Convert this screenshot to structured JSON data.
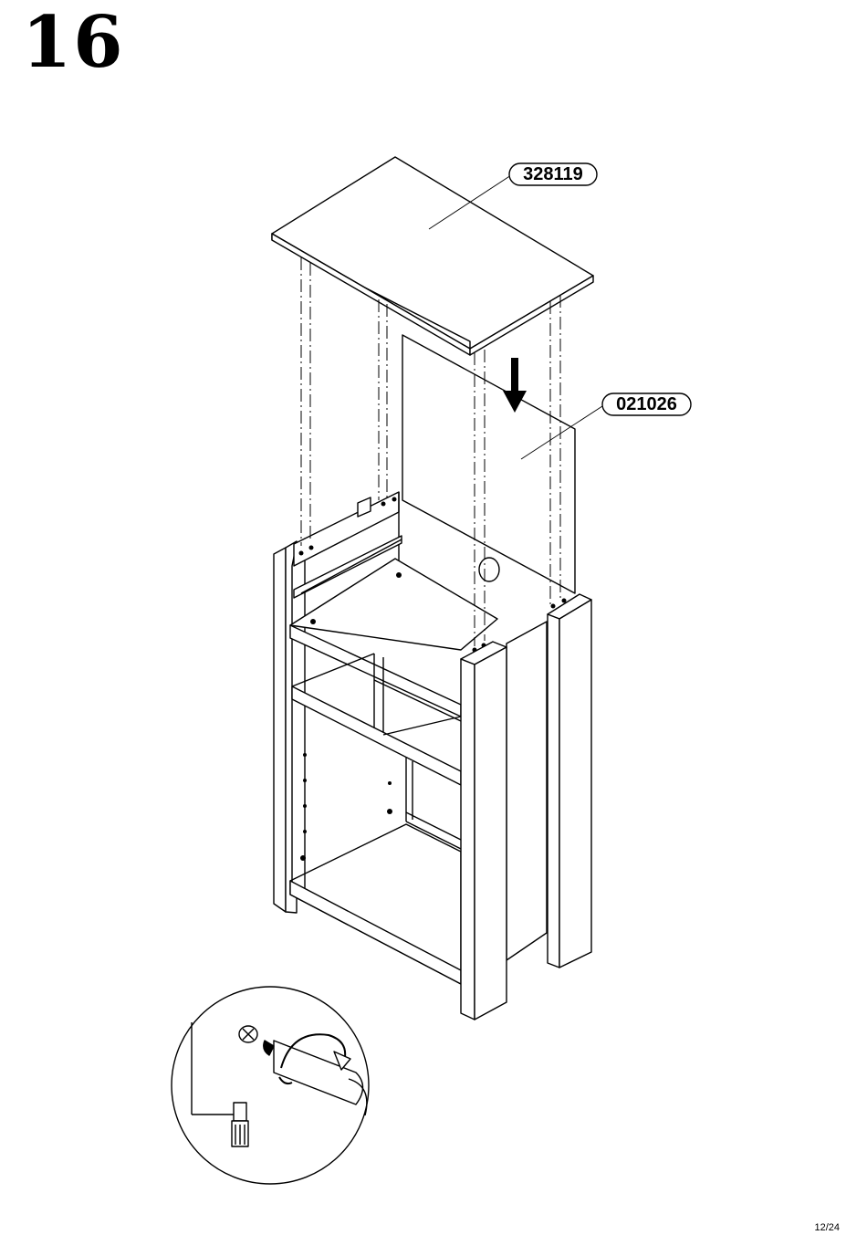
{
  "step": {
    "number": "16"
  },
  "parts": [
    {
      "code": "328119"
    },
    {
      "code": "021026"
    }
  ],
  "footer": {
    "page_number": "12/24"
  }
}
